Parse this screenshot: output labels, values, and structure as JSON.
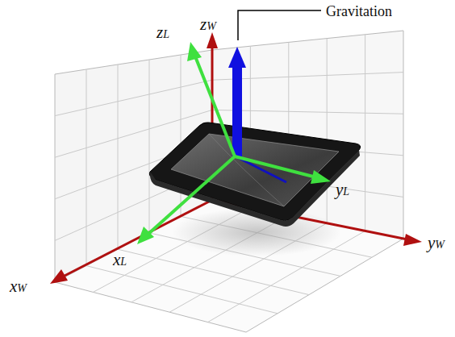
{
  "diagram": {
    "labels": [
      "zW",
      "zL",
      "Gravitation",
      "yL",
      "xL",
      "yW",
      "xW"
    ]
  }
}
